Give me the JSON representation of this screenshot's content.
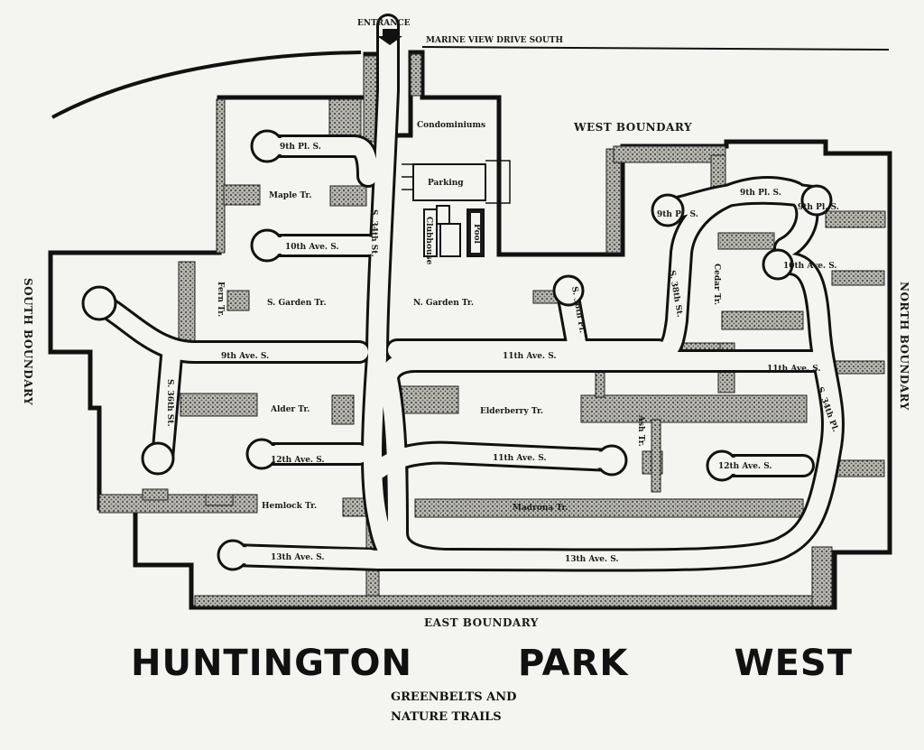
{
  "map": {
    "title_words": [
      "HUNTINGTON",
      "PARK",
      "WEST"
    ],
    "subtitle_lines": [
      "GREENBELTS AND",
      "NATURE TRAILS"
    ],
    "entrance": "ENTRANCE",
    "road": "MARINE VIEW DRIVE SOUTH",
    "boundaries": {
      "west": "WEST BOUNDARY",
      "east": "EAST BOUNDARY",
      "north": "NORTH BOUNDARY",
      "south": "SOUTH BOUNDARY"
    },
    "areas": {
      "condominiums": "Condominiums",
      "parking": "Parking",
      "pool": "Pool",
      "clubhouse": "Clubhouse"
    },
    "streets": {
      "pl_9th_w": "9th Pl. S.",
      "ave_10th_w": "10th Ave. S.",
      "ave_9th_w": "9th Ave. S.",
      "ave_12th_w": "12th Ave. S.",
      "ave_13th_w": "13th Ave. S.",
      "ave_11th_mid": "11th Ave. S.",
      "ave_11th_bottom": "11th Ave. S.",
      "ave_13th_bottom": "13th Ave. S.",
      "ave_12th_e": "12th Ave. S.",
      "ave_10th_e": "10th Ave. S.",
      "ave_11th_e": "11th Ave. S.",
      "pl_9th_ne1": "9th Pl. S.",
      "pl_9th_ne2": "9th Pl. S.",
      "pl_9th_ne3": "9th Pl. S.",
      "st_34th": "S. 34th St.",
      "st_36th": "S. 36th St.",
      "pl_36th": "S. 36th Pl.",
      "st_38th": "S. 38th St.",
      "pl_34th": "S. 34th Pl."
    },
    "trails": {
      "maple": "Maple Tr.",
      "s_garden": "S. Garden Tr.",
      "n_garden": "N. Garden Tr.",
      "fern": "Fern Tr.",
      "alder": "Alder Tr.",
      "elderberry": "Elderberry Tr.",
      "hemlock": "Hemlock Tr.",
      "madrona": "Madrona Tr.",
      "cedar": "Cedar Tr.",
      "ash": "Ash Tr."
    }
  },
  "colors": {
    "ink": "#111111",
    "paper": "#f4f4f0",
    "road_fill": "#f4f4f0",
    "greenbelt": "#9a9a90"
  }
}
